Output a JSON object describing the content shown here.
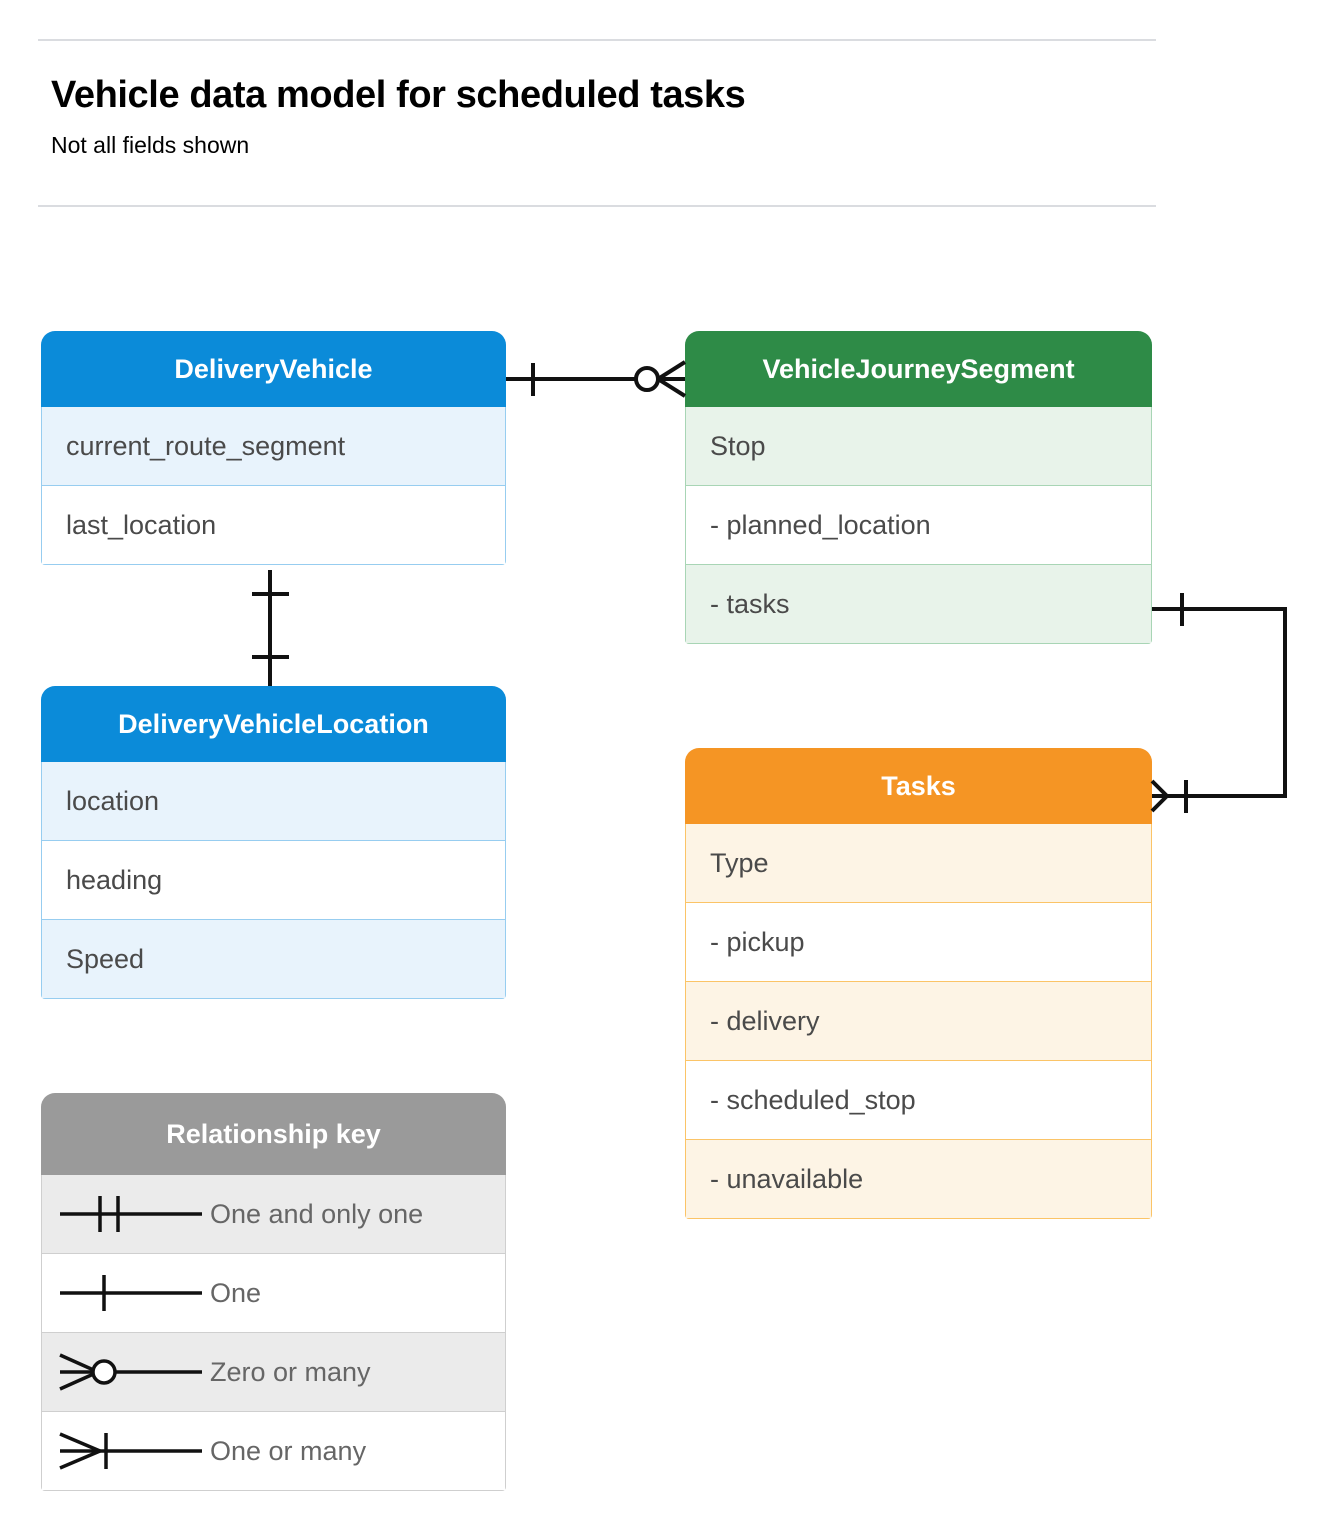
{
  "header": {
    "title": "Vehicle data model for scheduled tasks",
    "subtitle": "Not all fields shown"
  },
  "colors": {
    "blue_header": "#0b8bd9",
    "blue_tint": "#e8f3fc",
    "blue_border": "#97cdf0",
    "green_header": "#2e8b47",
    "green_tint": "#e8f3ea",
    "green_border": "#a8d5b5",
    "orange_header": "#f59524",
    "orange_tint": "#fdf4e5",
    "orange_border": "#fbc467",
    "gray_header": "#9a9a9a",
    "gray_tint": "#ebebeb",
    "gray_border": "#cfcfcf",
    "rule": "#dadce0",
    "text_body": "#4a4a4a",
    "connector": "#111111"
  },
  "entities": [
    {
      "id": "delivery-vehicle",
      "title": "DeliveryVehicle",
      "theme": "blue",
      "rows": [
        {
          "label": "current_route_segment",
          "tint": true
        },
        {
          "label": "last_location",
          "tint": false
        }
      ]
    },
    {
      "id": "delivery-vehicle-location",
      "title": "DeliveryVehicleLocation",
      "theme": "blue",
      "rows": [
        {
          "label": "location",
          "tint": true
        },
        {
          "label": "heading",
          "tint": false
        },
        {
          "label": "Speed",
          "tint": true
        }
      ]
    },
    {
      "id": "vehicle-journey-segment",
      "title": "VehicleJourneySegment",
      "theme": "green",
      "rows": [
        {
          "label": "Stop",
          "tint": true
        },
        {
          "label": "-  planned_location",
          "tint": false
        },
        {
          "label": "- tasks",
          "tint": true
        }
      ]
    },
    {
      "id": "tasks",
      "title": "Tasks",
      "theme": "orange",
      "rows": [
        {
          "label": "Type",
          "tint": true
        },
        {
          "label": "-  pickup",
          "tint": false
        },
        {
          "label": "-  delivery",
          "tint": true
        },
        {
          "label": "-  scheduled_stop",
          "tint": false
        },
        {
          "label": "-  unavailable",
          "tint": true
        }
      ]
    }
  ],
  "legend": {
    "title": "Relationship key",
    "items": [
      {
        "label": "One and only one",
        "symbol": "one-and-only-one-symbol",
        "tint": true
      },
      {
        "label": "One",
        "symbol": "one-symbol",
        "tint": false
      },
      {
        "label": "Zero or many",
        "symbol": "zero-or-many-symbol",
        "tint": true
      },
      {
        "label": "One or many",
        "symbol": "one-or-many-symbol",
        "tint": false
      }
    ]
  },
  "relationships": [
    {
      "id": "vehicle-to-journey-segment",
      "from": "DeliveryVehicle",
      "to": "VehicleJourneySegment",
      "from_cardinality": "One",
      "to_cardinality": "Zero or many"
    },
    {
      "id": "vehicle-to-vehicle-location",
      "from": "DeliveryVehicle",
      "to": "DeliveryVehicleLocation",
      "from_cardinality": "One",
      "to_cardinality": "One"
    },
    {
      "id": "journey-segment-tasks-to-tasks",
      "from": "VehicleJourneySegment.tasks",
      "to": "Tasks",
      "from_cardinality": "One",
      "to_cardinality": "One or many"
    }
  ]
}
